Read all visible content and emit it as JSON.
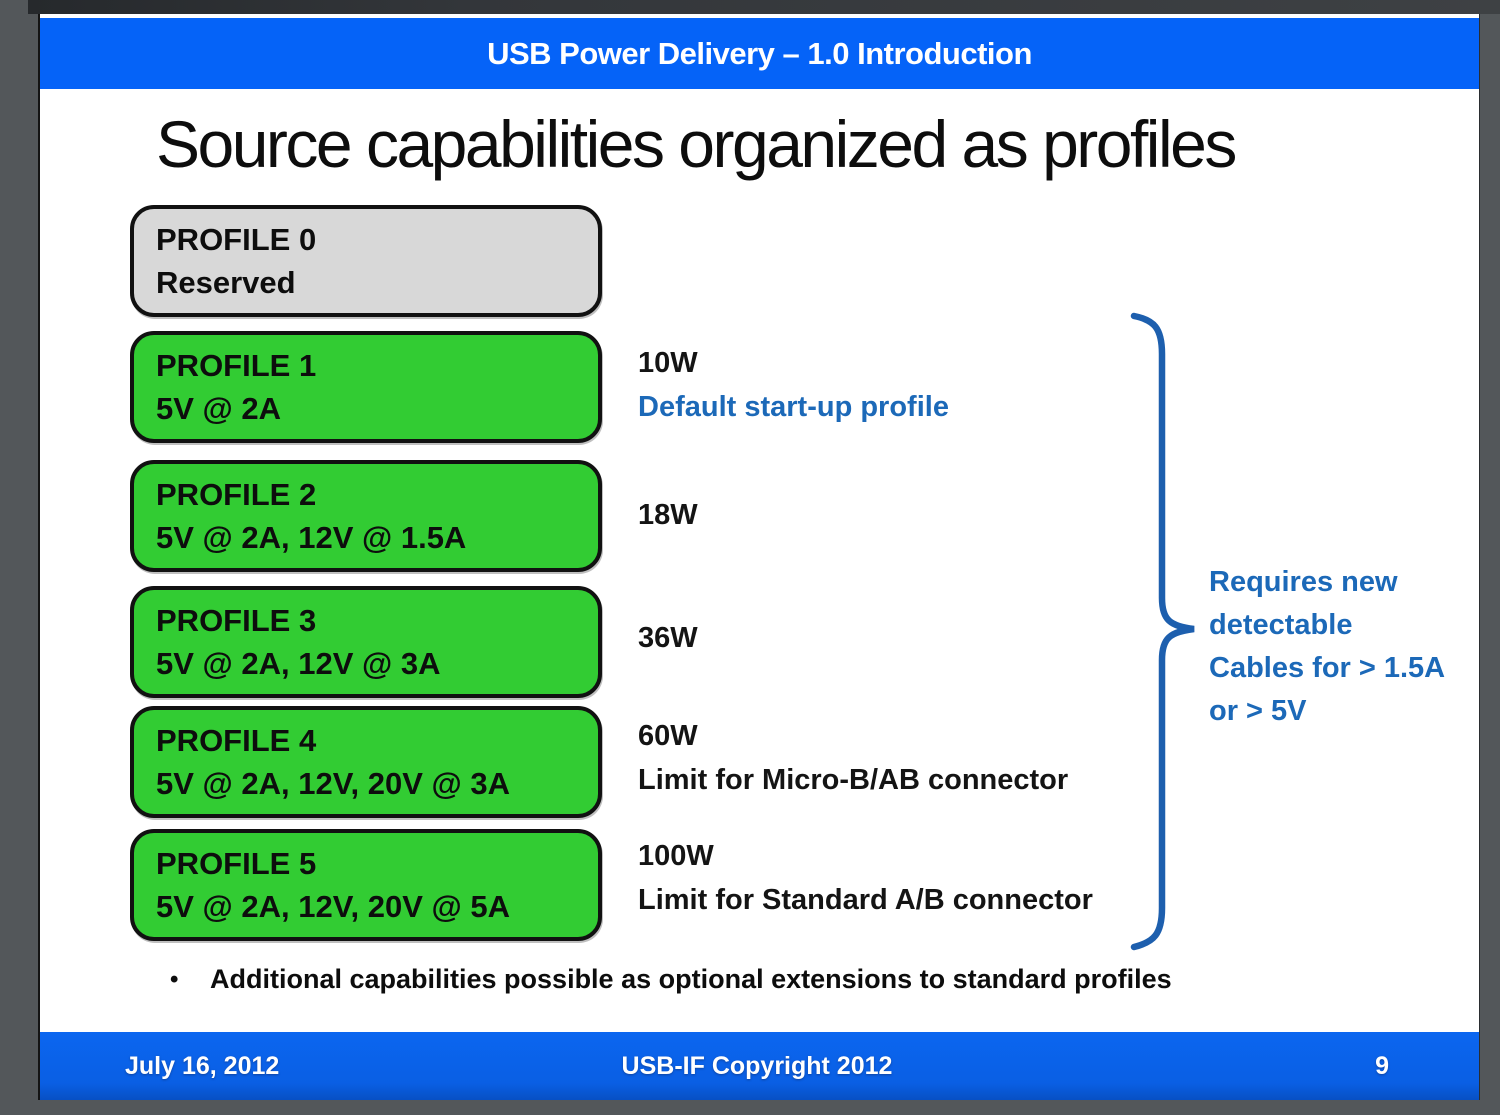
{
  "header": {
    "title": "USB Power Delivery – 1.0 Introduction"
  },
  "slide": {
    "title": "Source capabilities organized as profiles",
    "profiles": [
      {
        "label": "PROFILE 0",
        "detail": "Reserved"
      },
      {
        "label": "PROFILE 1",
        "detail": "5V @ 2A"
      },
      {
        "label": "PROFILE 2",
        "detail": "5V @ 2A, 12V @ 1.5A"
      },
      {
        "label": "PROFILE 3",
        "detail": "5V @ 2A, 12V @ 3A"
      },
      {
        "label": "PROFILE 4",
        "detail": "5V @ 2A, 12V, 20V @ 3A"
      },
      {
        "label": "PROFILE 5",
        "detail": "5V @ 2A, 12V, 20V @ 5A"
      }
    ],
    "annotations": [
      {
        "power": "10W",
        "note": "Default start-up profile"
      },
      {
        "power": "18W",
        "note": ""
      },
      {
        "power": "36W",
        "note": ""
      },
      {
        "power": "60W",
        "note": "Limit for Micro-B/AB connector"
      },
      {
        "power": "100W",
        "note": "Limit for Standard A/B connector"
      }
    ],
    "brace_note": {
      "line1": "Requires new",
      "line2": "detectable",
      "line3": "Cables for > 1.5A",
      "line4": "or > 5V"
    },
    "bullet_marker": "•",
    "bullet": "Additional capabilities possible as optional extensions to standard profiles"
  },
  "footer": {
    "date": "July 16, 2012",
    "copyright": "USB-IF Copyright 2012",
    "page_number": "9"
  },
  "colors": {
    "header_blue": "#0563f8",
    "footer_blue": "#0a60ec",
    "profile_green": "#32cc33",
    "reserved_gray": "#d8d8d8",
    "accent_text_blue": "#1c69b8",
    "brace_blue": "#1d5fae",
    "surround_gray": "#53575a"
  }
}
